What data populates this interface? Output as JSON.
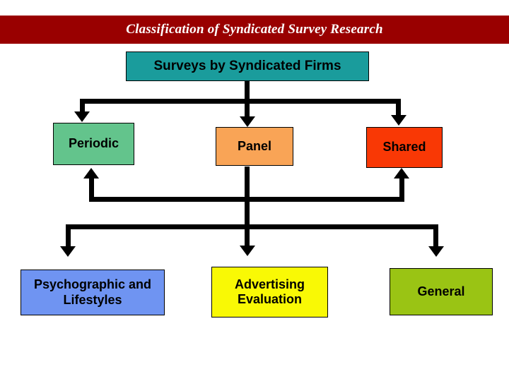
{
  "title": {
    "text": "Classification of Syndicated Survey Research",
    "bar_color": "#990000",
    "text_color": "#ffffff"
  },
  "diagram": {
    "type": "flowchart",
    "root": {
      "id": "surveys",
      "label": "Surveys by Syndicated Firms",
      "color": "#1a9c9c"
    },
    "level2": [
      {
        "id": "periodic",
        "label": "Periodic",
        "color": "#63c48c"
      },
      {
        "id": "panel",
        "label": "Panel",
        "color": "#f9a456"
      },
      {
        "id": "shared",
        "label": "Shared",
        "color": "#f93805"
      }
    ],
    "level3": [
      {
        "id": "psychographic",
        "label": "Psychographic and Lifestyles",
        "color": "#6f94f2"
      },
      {
        "id": "advertising",
        "label": "Advertising Evaluation",
        "color": "#f9f905"
      },
      {
        "id": "general",
        "label": "General",
        "color": "#9ac414"
      }
    ],
    "connectors": [
      {
        "from": "surveys",
        "to": "periodic"
      },
      {
        "from": "surveys",
        "to": "panel"
      },
      {
        "from": "surveys",
        "to": "shared"
      },
      {
        "from": "level2",
        "to": "psychographic"
      },
      {
        "from": "level2",
        "to": "advertising"
      },
      {
        "from": "level2",
        "to": "general"
      }
    ]
  }
}
